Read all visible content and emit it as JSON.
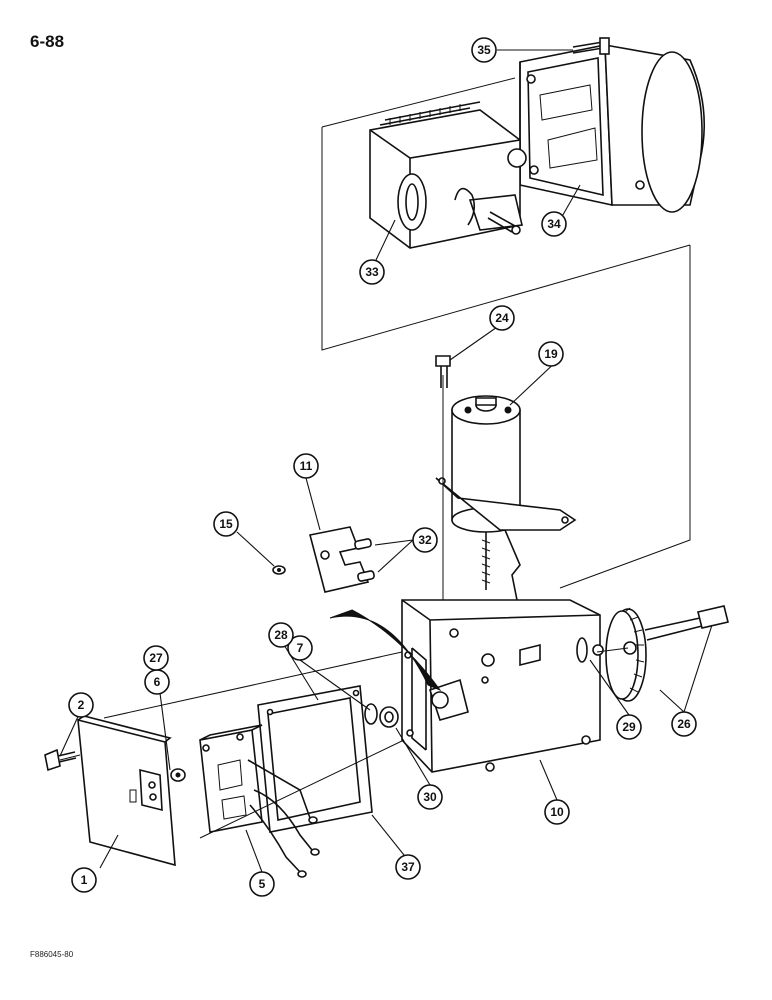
{
  "page_number": "6-88",
  "figure_code": "F886045-80",
  "callouts": [
    {
      "id": "c1",
      "label": "1"
    },
    {
      "id": "c2",
      "label": "2"
    },
    {
      "id": "c5",
      "label": "5"
    },
    {
      "id": "c6",
      "label": "6"
    },
    {
      "id": "c7",
      "label": "7"
    },
    {
      "id": "c10",
      "label": "10"
    },
    {
      "id": "c11",
      "label": "11"
    },
    {
      "id": "c15",
      "label": "15"
    },
    {
      "id": "c19",
      "label": "19"
    },
    {
      "id": "c24",
      "label": "24"
    },
    {
      "id": "c26",
      "label": "26"
    },
    {
      "id": "c27",
      "label": "27"
    },
    {
      "id": "c28",
      "label": "28"
    },
    {
      "id": "c29",
      "label": "29"
    },
    {
      "id": "c30",
      "label": "30"
    },
    {
      "id": "c32",
      "label": "32"
    },
    {
      "id": "c33",
      "label": "33"
    },
    {
      "id": "c34",
      "label": "34"
    },
    {
      "id": "c35",
      "label": "35"
    },
    {
      "id": "c37",
      "label": "37"
    }
  ]
}
